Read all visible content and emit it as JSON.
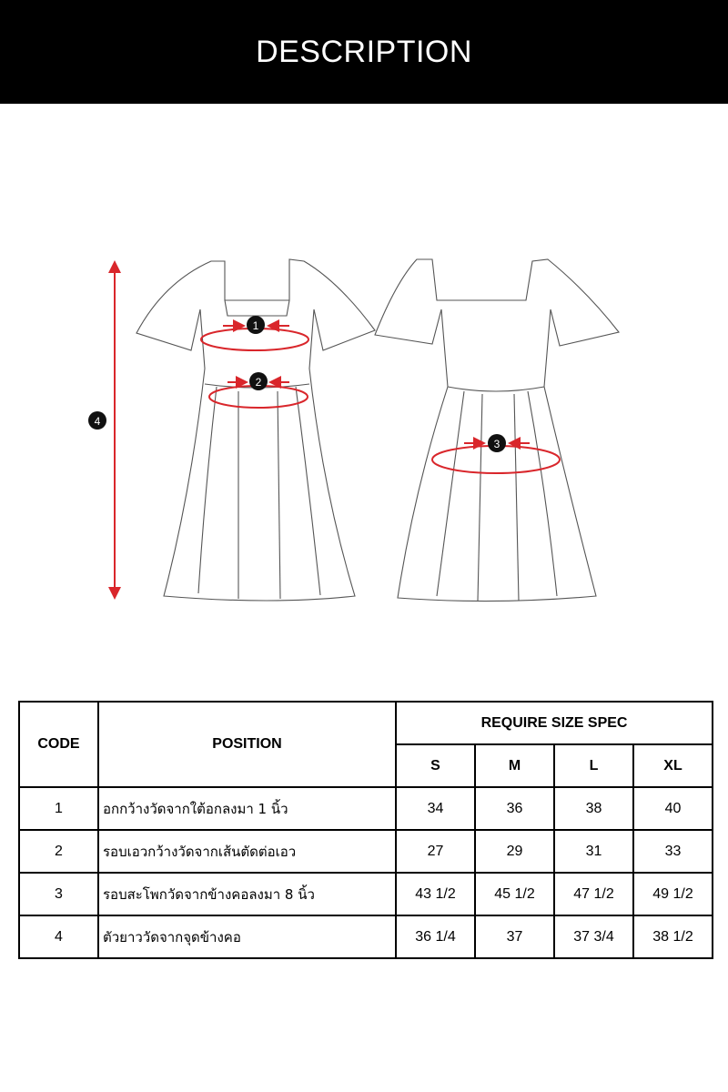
{
  "header": {
    "title": "DESCRIPTION"
  },
  "illustration": {
    "markers": [
      "1",
      "2",
      "3",
      "4"
    ],
    "accent_color": "#d9262b"
  },
  "table": {
    "code_header": "CODE",
    "position_header": "POSITION",
    "spec_header": "REQUIRE SIZE SPEC",
    "sizes": [
      "S",
      "M",
      "L",
      "XL"
    ],
    "rows": [
      {
        "code": "1",
        "position": "อกกว้างวัดจากใต้อกลงมา 1 นิ้ว",
        "values": [
          "34",
          "36",
          "38",
          "40"
        ]
      },
      {
        "code": "2",
        "position": "รอบเอวกว้างวัดจากเส้นตัดต่อเอว",
        "values": [
          "27",
          "29",
          "31",
          "33"
        ]
      },
      {
        "code": "3",
        "position": "รอบสะโพกวัดจากข้างคอลงมา 8 นิ้ว",
        "values": [
          "43 1/2",
          "45 1/2",
          "47 1/2",
          "49 1/2"
        ]
      },
      {
        "code": "4",
        "position": "ตัวยาววัดจากจุดข้างคอ",
        "values": [
          "36 1/4",
          "37",
          "37 3/4",
          "38 1/2"
        ]
      }
    ]
  }
}
